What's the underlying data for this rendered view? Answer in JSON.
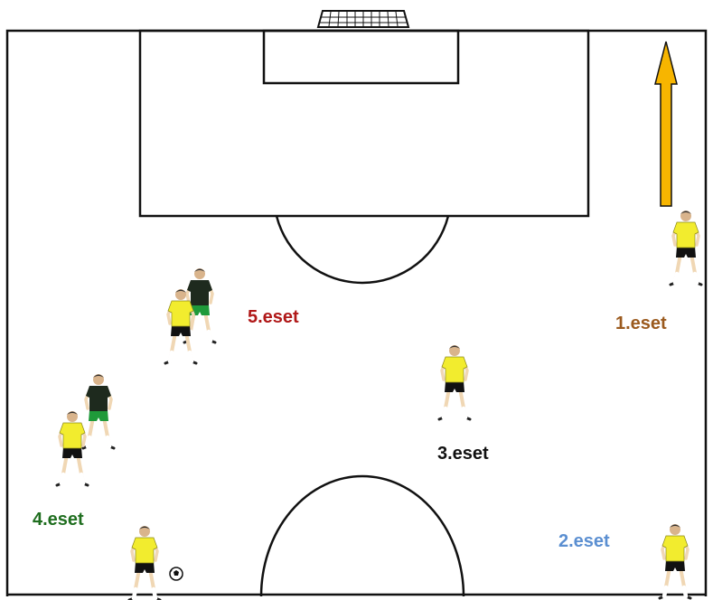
{
  "diagram": {
    "labels": {
      "case1": "1.eset",
      "case2": "2.eset",
      "case3": "3.eset",
      "case4": "4.eset",
      "case5": "5.eset"
    },
    "colors": {
      "case1": "#9b5a1e",
      "case2": "#5b8fd1",
      "case3": "#111111",
      "case4": "#1f6e1f",
      "case5": "#b01818",
      "attacker_shirt": "#f2ec2e",
      "defender_shirt": "#1e2a1e",
      "defender_shorts": "#1f9a3a",
      "arrow_fill": "#f7b500",
      "line": "#111111"
    },
    "icons": {
      "goal": "goal-net-icon",
      "ball": "soccer-ball-icon",
      "arrow": "up-arrow-icon"
    }
  }
}
